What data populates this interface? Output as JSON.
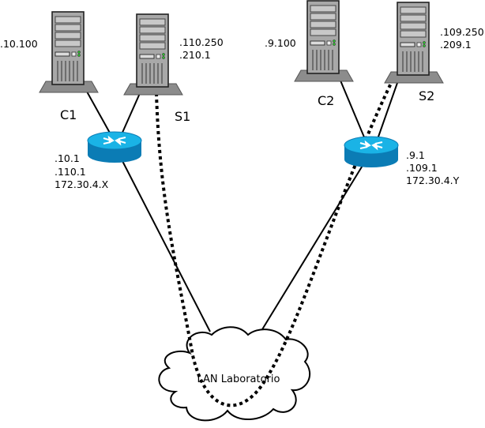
{
  "nodes": {
    "c1": {
      "name": "C1",
      "ip": ".10.100"
    },
    "s1": {
      "name": "S1",
      "ip_line1": ".110.250",
      "ip_line2": ".210.1"
    },
    "c2": {
      "name": "C2",
      "ip": ".9.100"
    },
    "s2": {
      "name": "S2",
      "ip_line1": ".109.250",
      "ip_line2": ".209.1"
    }
  },
  "routers": {
    "left": {
      "ip_line1": ".10.1",
      "ip_line2": ".110.1",
      "ip_line3": "172.30.4.X"
    },
    "right": {
      "ip_line1": ".9.1",
      "ip_line2": ".109.1",
      "ip_line3": "172.30.4.Y"
    }
  },
  "cloud": {
    "label": "LAN Laboratorio"
  },
  "colors": {
    "router_top": "#1ab3e6",
    "router_side": "#0b7cb5",
    "server_body": "#a8a8a8",
    "server_base": "#8c8c8c",
    "led": "#2fbf2f"
  }
}
